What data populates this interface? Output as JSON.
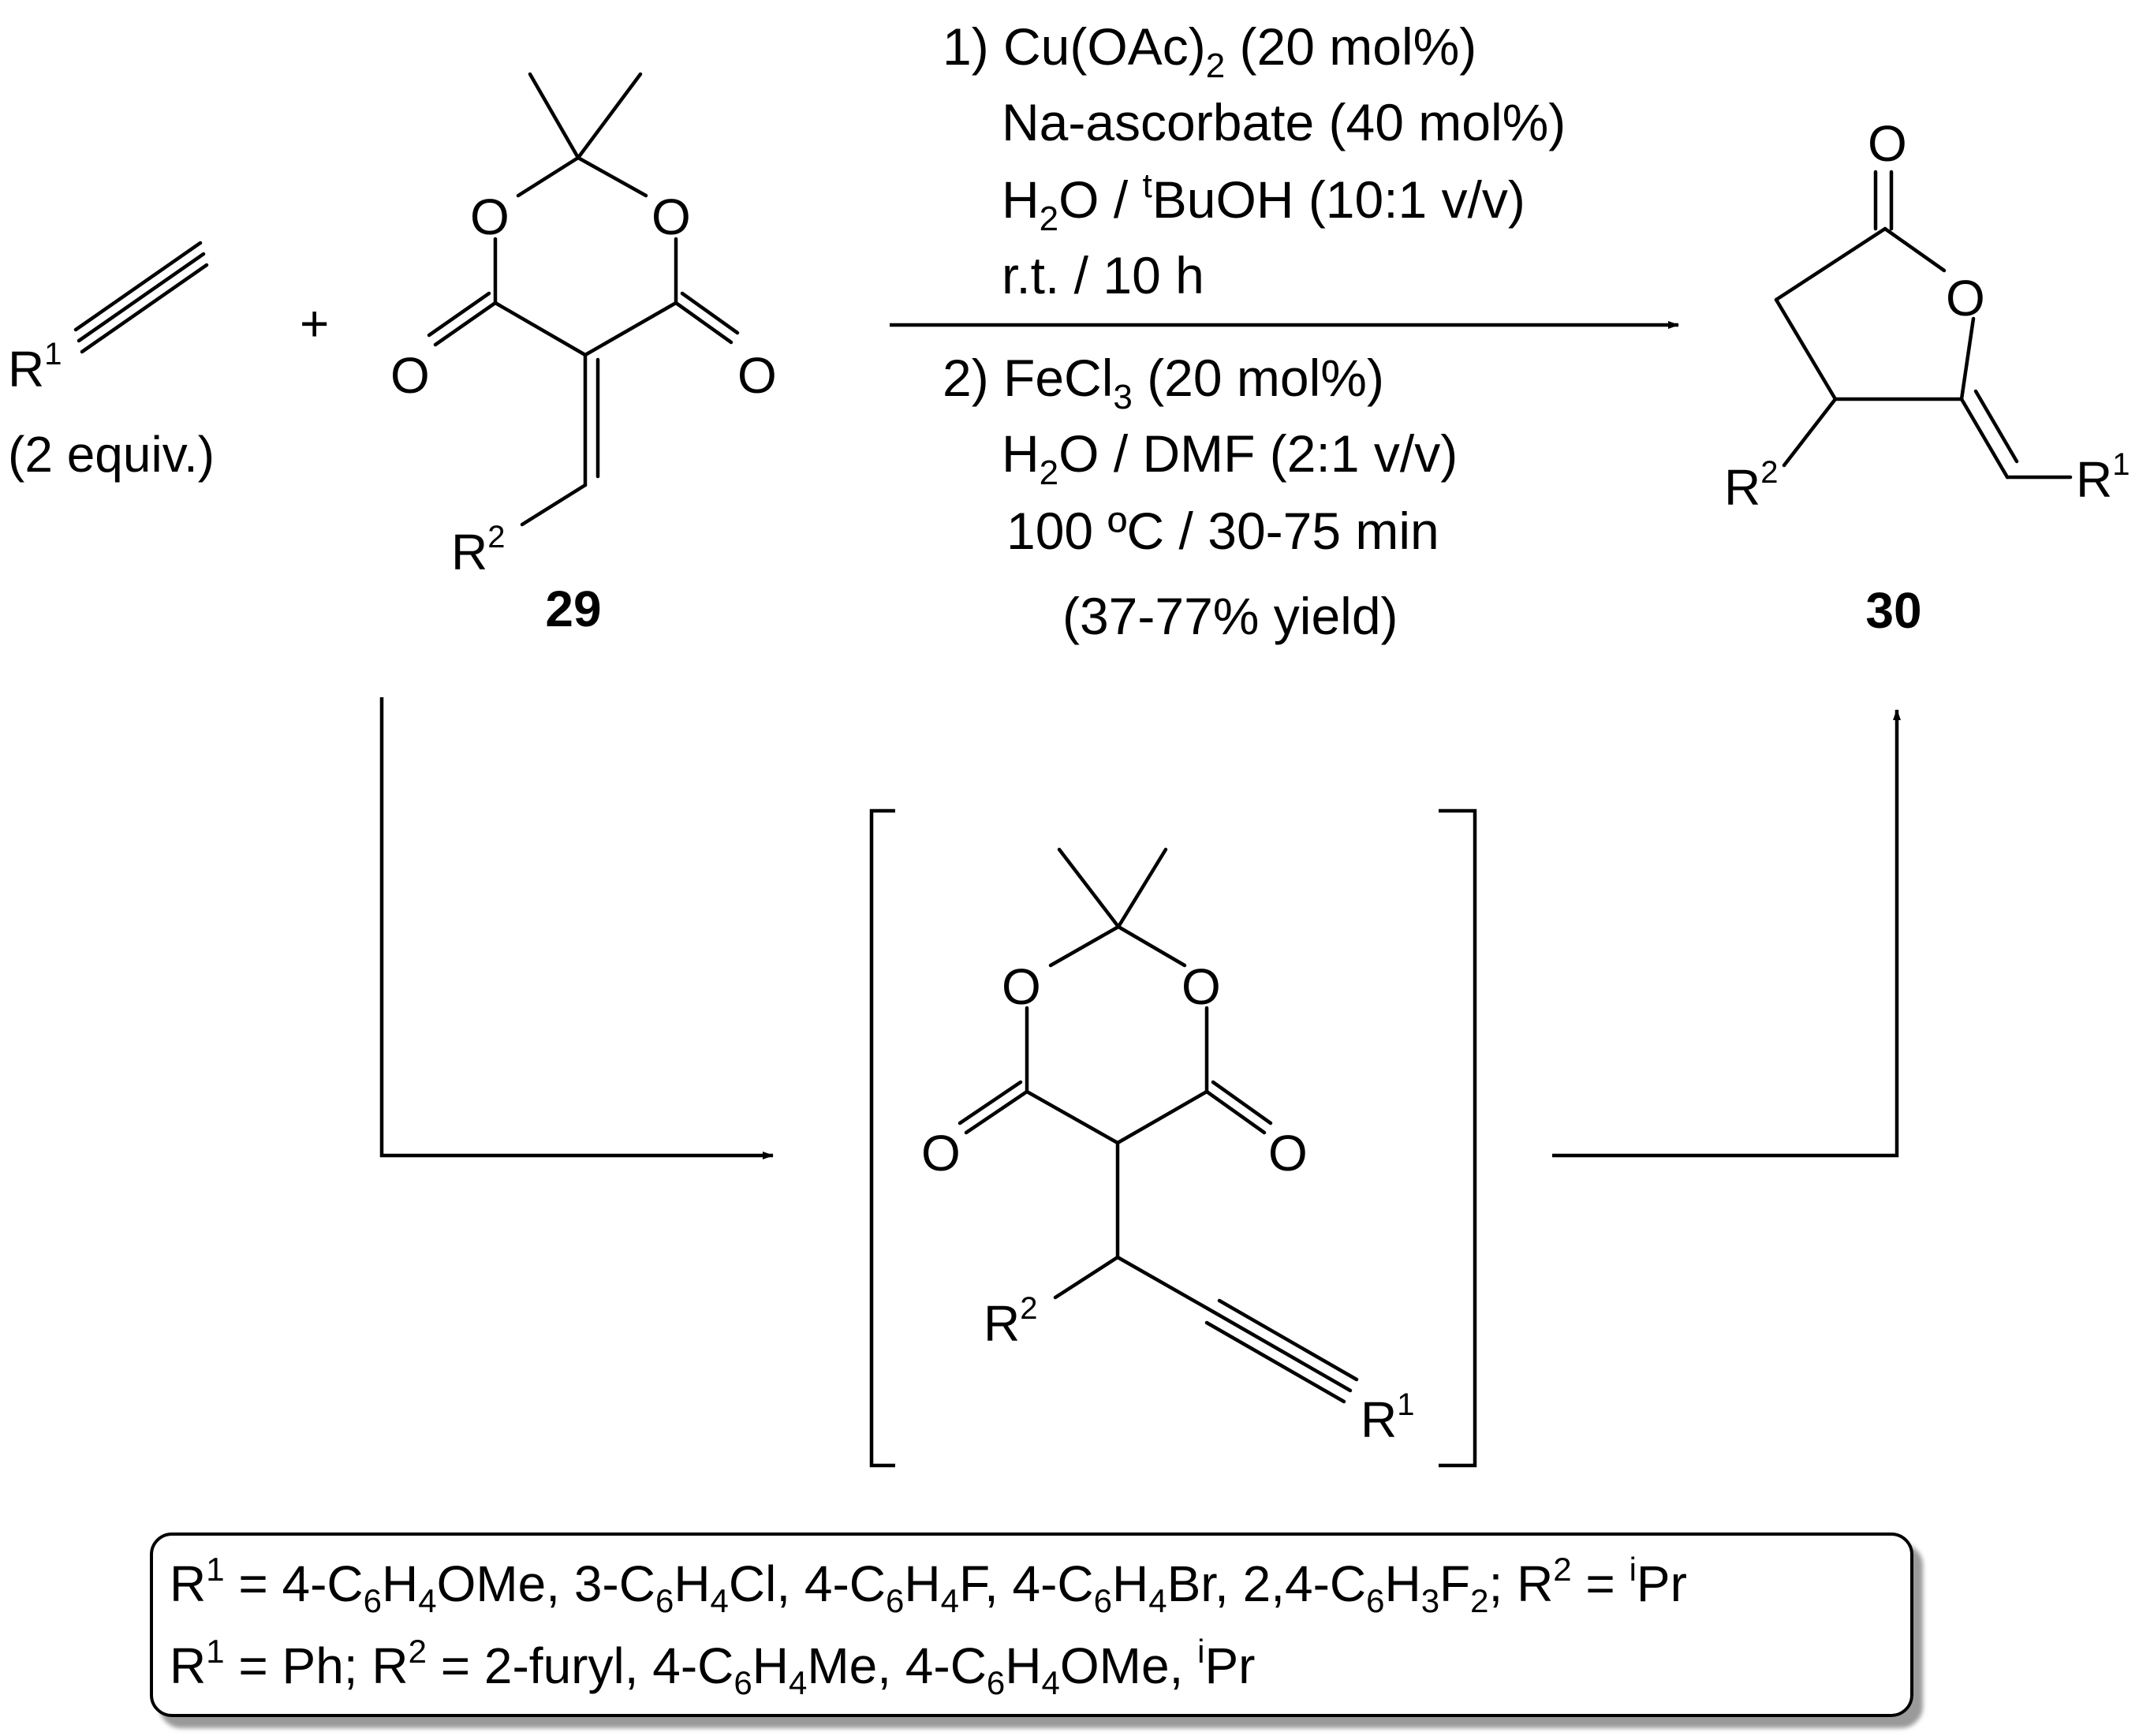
{
  "reagents": {
    "alkyne": {
      "r_group": "R",
      "r_sup": "1",
      "equiv": "(2 equiv.)"
    },
    "plus": "+",
    "alkylidene": {
      "substituent": "R",
      "substituent_sup": "2",
      "compound_number": "29"
    }
  },
  "conditions": {
    "step1": {
      "line1_pre": "1) Cu(OAc)",
      "line1_sub": "2",
      "line1_post": " (20 mol%)",
      "line2": "Na-ascorbate (40 mol%)",
      "line3_a": "H",
      "line3_sub": "2",
      "line3_b": "O / ",
      "line3_sup": "t",
      "line3_c": "BuOH (10:1 v/v)",
      "line4": "r.t. / 10 h"
    },
    "step2": {
      "line1_pre": "2) FeCl",
      "line1_sub": "3",
      "line1_post": " (20 mol%)",
      "line2_a": "H",
      "line2_sub": "2",
      "line2_b": "O / DMF (2:1 v/v)",
      "line3": "100 ºC / 30-75 min",
      "line4": "(37-77% yield)"
    }
  },
  "product": {
    "r_left": "R",
    "r_left_sup": "2",
    "r_right": "R",
    "r_right_sup": "1",
    "compound_number": "30"
  },
  "intermediate": {
    "r_left": "R",
    "r_left_sup": "2",
    "r_alkyne": "R",
    "r_alkyne_sup": "1"
  },
  "atoms": {
    "oxygen": "O"
  },
  "substrate_scope": {
    "line1": {
      "r1": "R",
      "r1_sup": "1",
      "t1": " = 4-C",
      "s1": "6",
      "t2": "H",
      "s2": "4",
      "t3": "OMe, 3-C",
      "s3": "6",
      "t4": "H",
      "s4": "4",
      "t5": "Cl, 4-C",
      "s5": "6",
      "t6": "H",
      "s6": "4",
      "t7": "F, 4-C",
      "s7": "6",
      "t8": "H",
      "s8": "4",
      "t9": "Br, 2,4-C",
      "s9": "6",
      "t10": "H",
      "s10": "3",
      "t11": "F",
      "s11": "2",
      "t12": "; ",
      "r2": "R",
      "r2_sup": "2",
      "t13": " = ",
      "p_sup": "i",
      "t14": "Pr"
    },
    "line2": {
      "r1": "R",
      "r1_sup": "1",
      "t1": " = Ph; ",
      "r2": "R",
      "r2_sup": "2",
      "t2": " = 2-furyl, 4-C",
      "s1": "6",
      "t3": "H",
      "s2": "4",
      "t4": "Me, 4-C",
      "s3": "6",
      "t5": "H",
      "s4": "4",
      "t6": "OMe, ",
      "p_sup": "i",
      "t7": "Pr"
    }
  }
}
